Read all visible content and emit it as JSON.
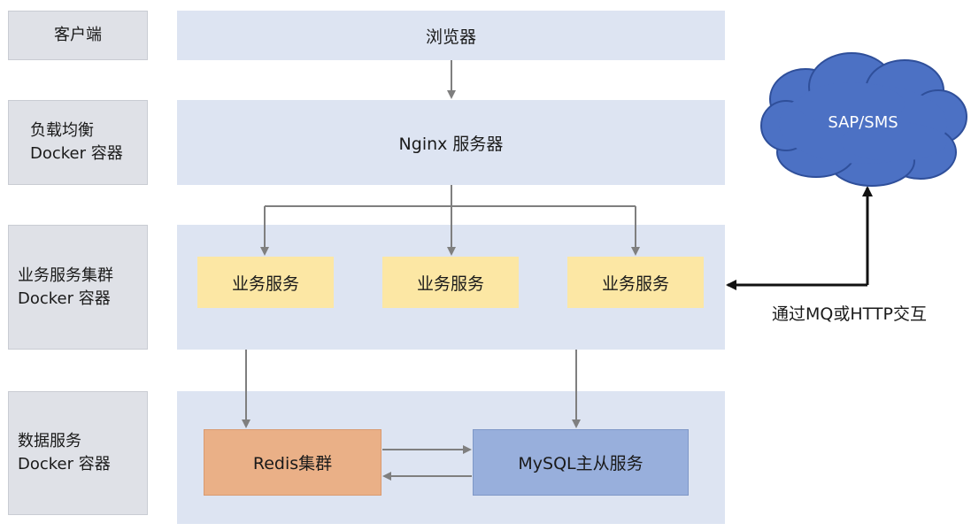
{
  "rows": {
    "client": "客户端",
    "lb_line1": "负载均衡",
    "lb_line2": "Docker 容器",
    "biz_line1": "业务服务集群",
    "biz_line2": "Docker 容器",
    "data_line1": "数据服务",
    "data_line2": "Docker 容器"
  },
  "browser": "浏览器",
  "nginx": "Nginx 服务器",
  "services": [
    "业务服务",
    "业务服务",
    "业务服务"
  ],
  "redis": "Redis集群",
  "mysql": "MySQL主从服务",
  "external": "SAP/SMS",
  "link_note": "通过MQ或HTTP交互",
  "colors": {
    "row_label_bg": "#dfe1e7",
    "band_bg": "#dde4f2",
    "service_bg": "#fce7a4",
    "redis_bg": "#eab087",
    "mysql_bg": "#98afdc",
    "cloud_fill": "#4c71c4",
    "arrow_gray": "#7f7f7f"
  }
}
